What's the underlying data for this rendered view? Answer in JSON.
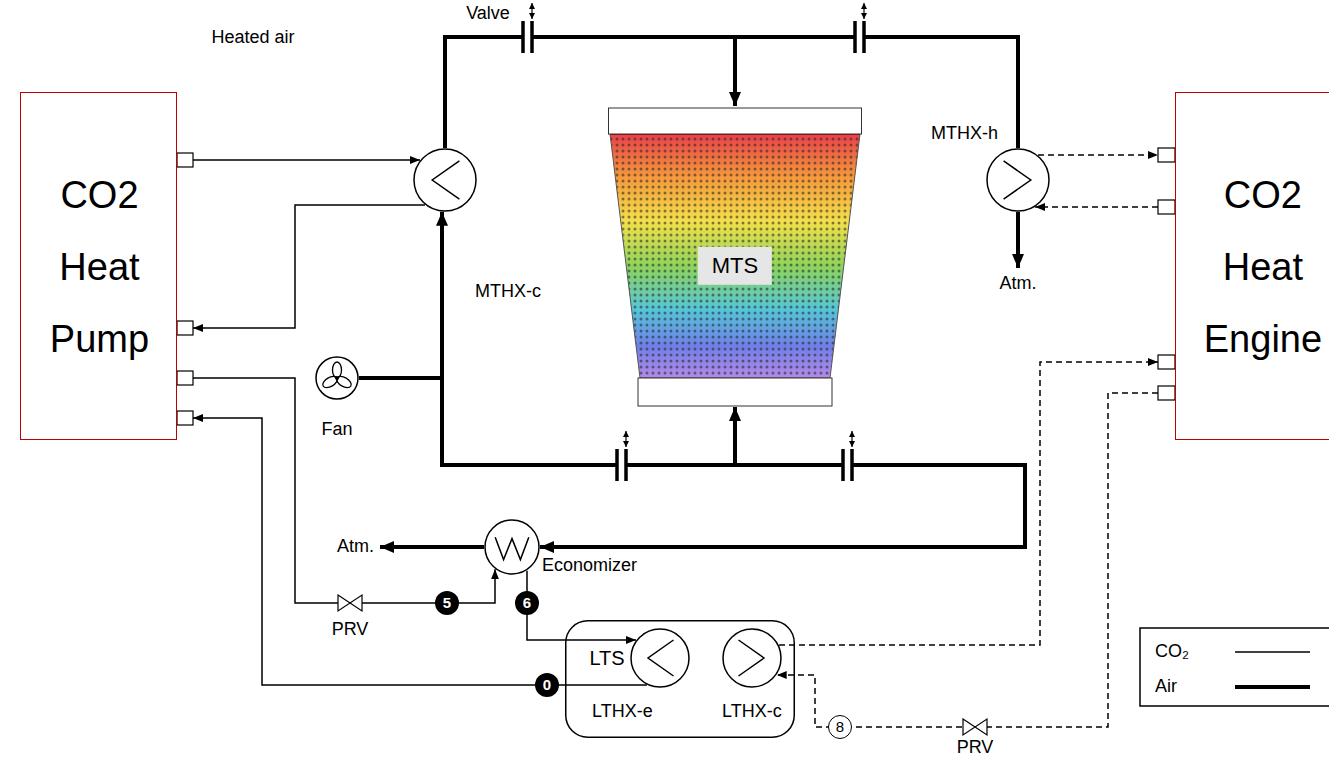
{
  "diagram": {
    "nodes": [
      {
        "text": [
          "CO2 Heat Pump"
        ]
      },
      {
        "text": [
          "MTHX-c"
        ]
      },
      {
        "text": [
          "MTS"
        ]
      },
      {
        "text": [
          "MTHX-h"
        ]
      },
      {
        "text": [
          "CO2 Heat Engine"
        ]
      },
      {
        "text": [
          "Fan"
        ]
      },
      {
        "text": [
          "Economizer"
        ]
      },
      {
        "text": [
          "LTS"
        ]
      },
      {
        "text": [
          "LTHX-e"
        ],
        "in": 7
      },
      {
        "text": [
          "LTHX-c"
        ],
        "in": 7
      }
    ],
    "edges": [
      {
        "from": 0,
        "to": 1,
        "arrow": "to"
      },
      {
        "from": 1,
        "to": 0,
        "arrow": "to"
      },
      {
        "from": 5,
        "to": 1,
        "arrow": "to"
      },
      {
        "from": 5,
        "to": 2,
        "arrow": "to"
      },
      {
        "from": 1,
        "to": 2,
        "arrow": "to"
      },
      {
        "from": 2,
        "to": 3,
        "arrow": "none"
      },
      {
        "from": 2,
        "to": 6,
        "arrow": "to"
      },
      {
        "from": 3,
        "to": 4,
        "arrow": "to"
      },
      {
        "from": 4,
        "to": 3,
        "arrow": "to"
      },
      {
        "from": 0,
        "to": 6,
        "arrow": "to"
      },
      {
        "from": 6,
        "to": 8,
        "arrow": "to"
      },
      {
        "from": 8,
        "to": 0,
        "arrow": "to"
      },
      {
        "from": 9,
        "to": 4,
        "arrow": "to"
      },
      {
        "from": 4,
        "to": 9,
        "arrow": "to"
      }
    ],
    "labels": [
      "Heated air",
      "Valve",
      "Atm.",
      "Atm.",
      "5",
      "6",
      "PRV",
      "0",
      "8",
      "PRV"
    ],
    "legend": [
      {
        "text": "CO₂"
      },
      {
        "text": "Air"
      }
    ]
  }
}
